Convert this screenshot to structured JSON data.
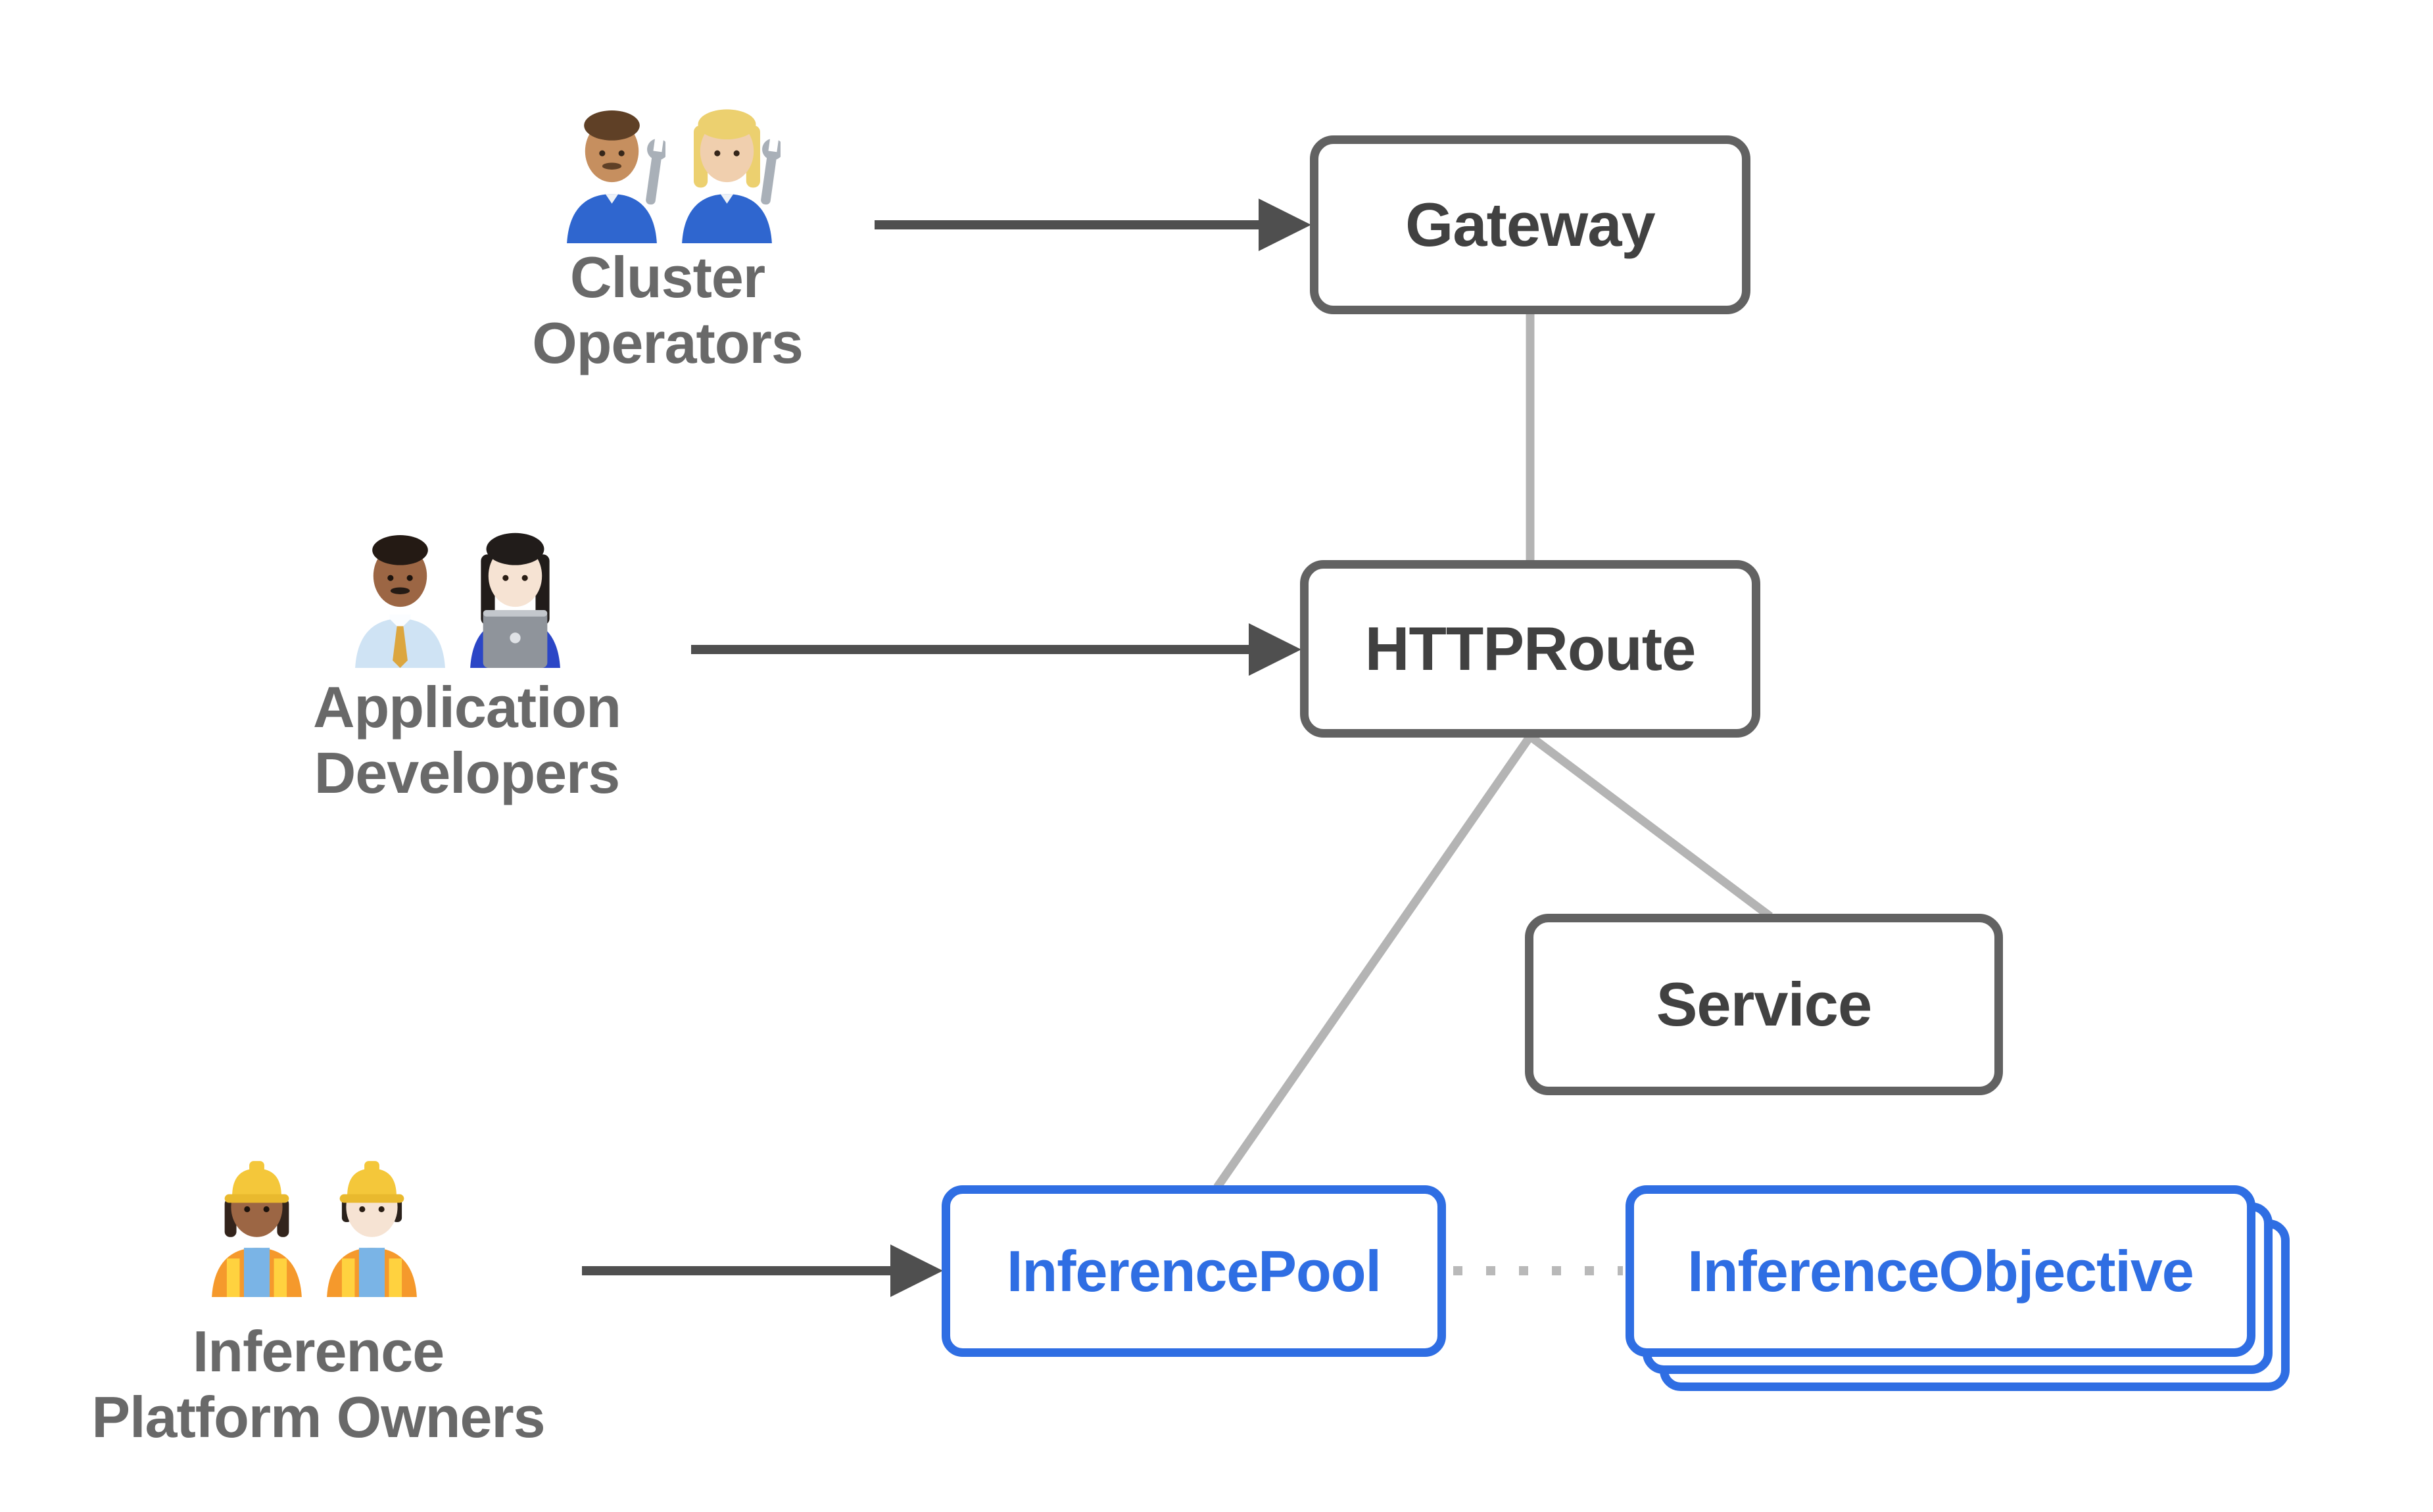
{
  "personas": [
    {
      "id": "cluster-operators",
      "lines": [
        "Cluster",
        "Operators"
      ],
      "icons": [
        "man-mechanic-emoji",
        "woman-mechanic-emoji"
      ]
    },
    {
      "id": "application-developers",
      "lines": [
        "Application",
        "Developers"
      ],
      "icons": [
        "man-office-worker-emoji",
        "woman-technologist-emoji"
      ]
    },
    {
      "id": "inference-platform-owners",
      "lines": [
        "Inference",
        "Platform Owners"
      ],
      "icons": [
        "woman-construction-worker-emoji",
        "man-construction-worker-emoji"
      ]
    }
  ],
  "nodes": [
    {
      "id": "gateway",
      "label": "Gateway",
      "style": "gray"
    },
    {
      "id": "httproute",
      "label": "HTTPRoute",
      "style": "gray"
    },
    {
      "id": "service",
      "label": "Service",
      "style": "gray"
    },
    {
      "id": "inferencepool",
      "label": "InferencePool",
      "style": "blue"
    },
    {
      "id": "inferenceobjective",
      "label": "InferenceObjective",
      "style": "blue",
      "stacked": true
    }
  ],
  "edges": [
    {
      "from": "cluster-operators",
      "to": "gateway",
      "type": "arrow"
    },
    {
      "from": "application-developers",
      "to": "httproute",
      "type": "arrow"
    },
    {
      "from": "inference-platform-owners",
      "to": "inferencepool",
      "type": "arrow"
    },
    {
      "from": "gateway",
      "to": "httproute",
      "type": "line"
    },
    {
      "from": "httproute",
      "to": "inferencepool",
      "type": "line"
    },
    {
      "from": "httproute",
      "to": "service",
      "type": "line"
    },
    {
      "from": "inferencepool",
      "to": "inferenceobjective",
      "type": "dotted-line"
    }
  ],
  "colors": {
    "background": "#ffffff",
    "node_border_gray": "#626262",
    "node_text_gray": "#414141",
    "node_blue": "#2f6ee3",
    "persona_label_gray": "#696969",
    "arrow_dark": "#4f4f4f",
    "connector_light": "#b4b4b4",
    "dotted_connector": "#b9b9b9"
  }
}
